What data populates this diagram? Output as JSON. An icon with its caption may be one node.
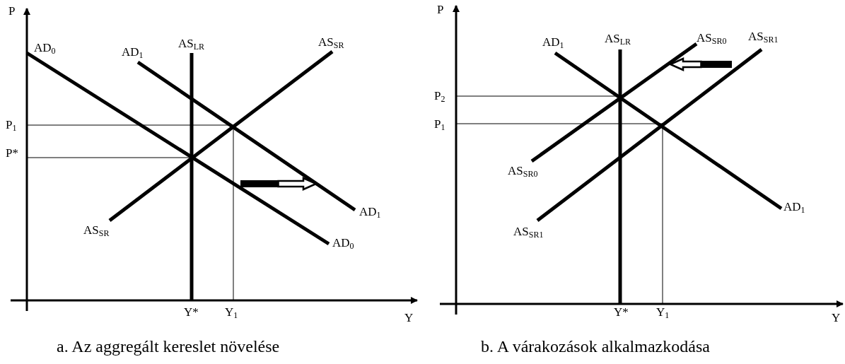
{
  "diagram": {
    "labels": [
      "P",
      "AD$_{0}$",
      "AD$_{1}$",
      "AS$_{LR}$",
      "AS$_{SR}$",
      "P$_{1}$",
      "P*",
      "AD$_{1}$",
      "AS$_{SR}$",
      "AD$_{0}$",
      "Y*",
      "Y$_{1}$",
      "Y",
      "a. Az aggregált kereslet növelése",
      "P",
      "AD$_{1}$",
      "AS$_{LR}$",
      "AS$_{SR0}$",
      "AS$_{SR1}$",
      "P$_{2}$",
      "P$_{1}$",
      "AS$_{SR0}$",
      "AD$_{1}$",
      "AS$_{SR1}$",
      "Y*",
      "Y$_{1}$",
      "Y",
      "b. A várakozások alkalmazkodása"
    ]
  }
}
